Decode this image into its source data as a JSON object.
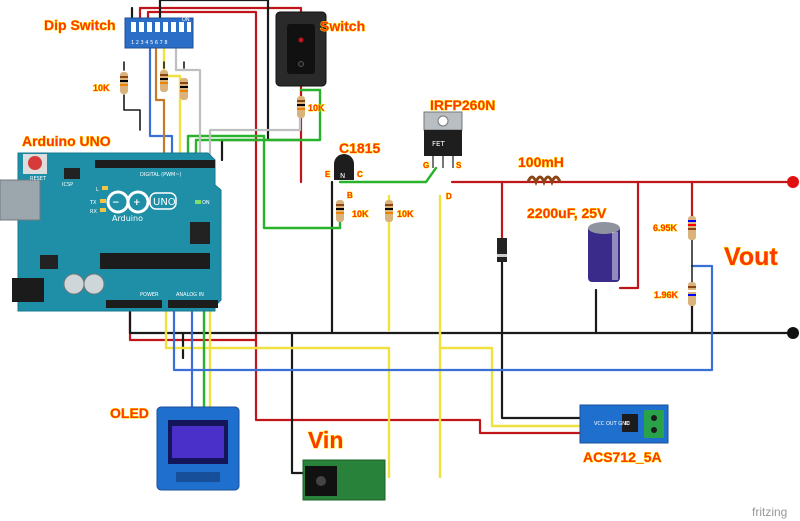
{
  "labels": {
    "dip_switch": "Dip Switch",
    "switch": "Switch",
    "arduino": "Arduino UNO",
    "oled": "OLED",
    "vin": "Vin",
    "vout": "Vout",
    "transistor": "C1815",
    "mosfet": "IRFP260N",
    "inductor": "100mH",
    "capacitor": "2200uF, 25V",
    "sensor": "ACS712_5A",
    "r_dip": "10K",
    "r_switch": "10K",
    "r_base": "10K",
    "r_gate": "10K",
    "r_top": "6.95K",
    "r_bottom": "1.96K",
    "pin_e": "E",
    "pin_b": "B",
    "pin_c": "C",
    "pin_g": "G",
    "pin_d": "D",
    "pin_s": "S"
  },
  "arduino_text": {
    "brand": "Arduino",
    "model": "UNO",
    "reset": "RESET",
    "icsp": "ICSP",
    "digital": "DIGITAL (PWM~)",
    "power": "POWER",
    "analog": "ANALOG IN",
    "on": "ON",
    "tx": "TX",
    "rx": "RX",
    "l": "L"
  },
  "parts_text": {
    "dip_on": "ON",
    "dip_numbers": "1 2 3 4 5 6 7 8",
    "mosfet_body": "FET",
    "sensor_pins": "VCC OUT GND",
    "sensor_ic": "IC"
  },
  "watermark": "fritzing",
  "colors": {
    "label_red": "#ff3a00",
    "label_outline": "#ffe000",
    "board_teal": "#1f8fa8",
    "wire_red": "#c0151a",
    "wire_black": "#1a1a1a",
    "wire_yellow": "#f0e040",
    "wire_green": "#29b32b",
    "wire_blue": "#3a6fd8",
    "wire_orange": "#c77a25",
    "wire_white": "#d8d8d8"
  }
}
